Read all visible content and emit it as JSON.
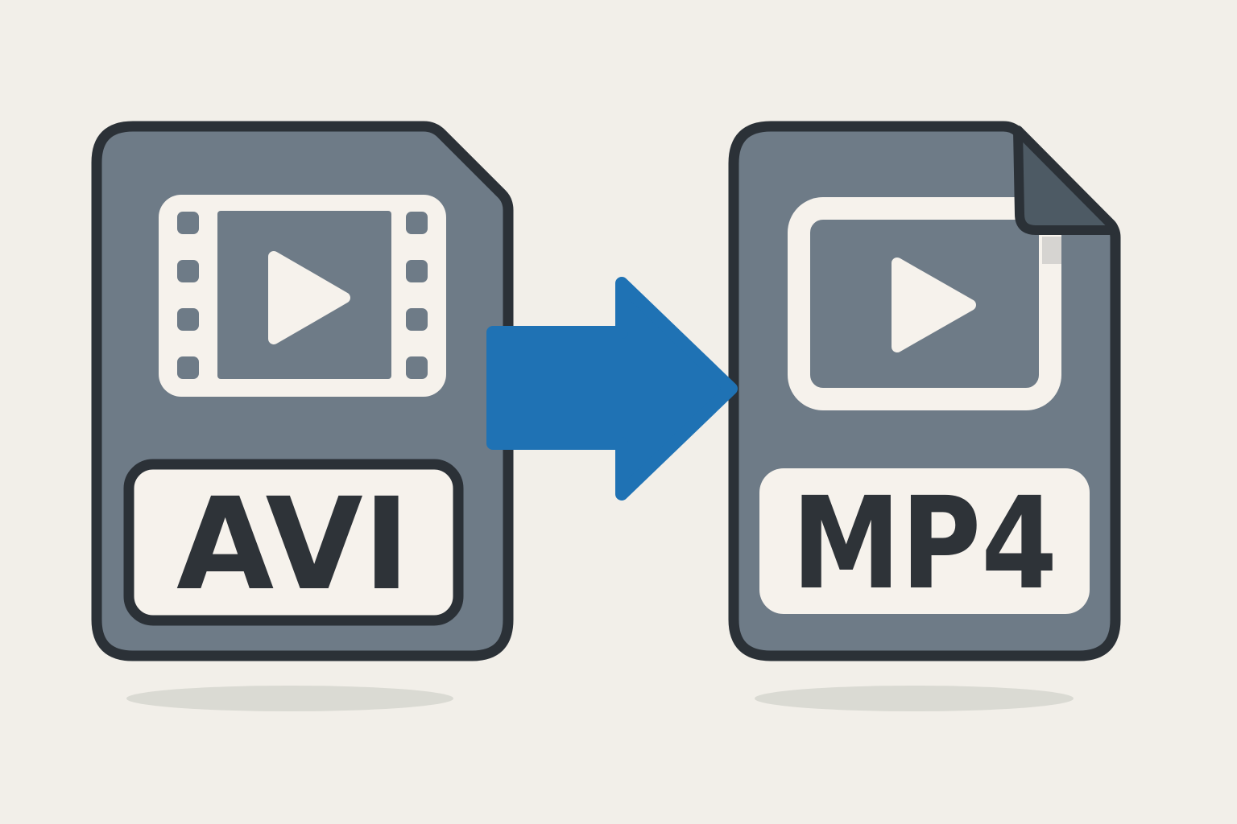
{
  "illustration": {
    "kind": "file-format-conversion",
    "source_file": {
      "label": "AVI"
    },
    "target_file": {
      "label": "MP4"
    },
    "arrow_direction": "right"
  },
  "icons": {
    "source": [
      "file-icon",
      "film-strip-icon",
      "play-icon"
    ],
    "target": [
      "file-icon",
      "folded-corner-icon",
      "video-frame-icon",
      "play-icon"
    ],
    "connector": "arrow-right-icon"
  },
  "colors": {
    "background": "#f2efe9",
    "file-body": "#6e7b87",
    "file-outline": "#2b3137",
    "fold": "#4d5a64",
    "panel": "#f6f2ec",
    "arrow": "#1f72b4",
    "label-text": "#2e3338",
    "shadow": "#dadad3"
  }
}
